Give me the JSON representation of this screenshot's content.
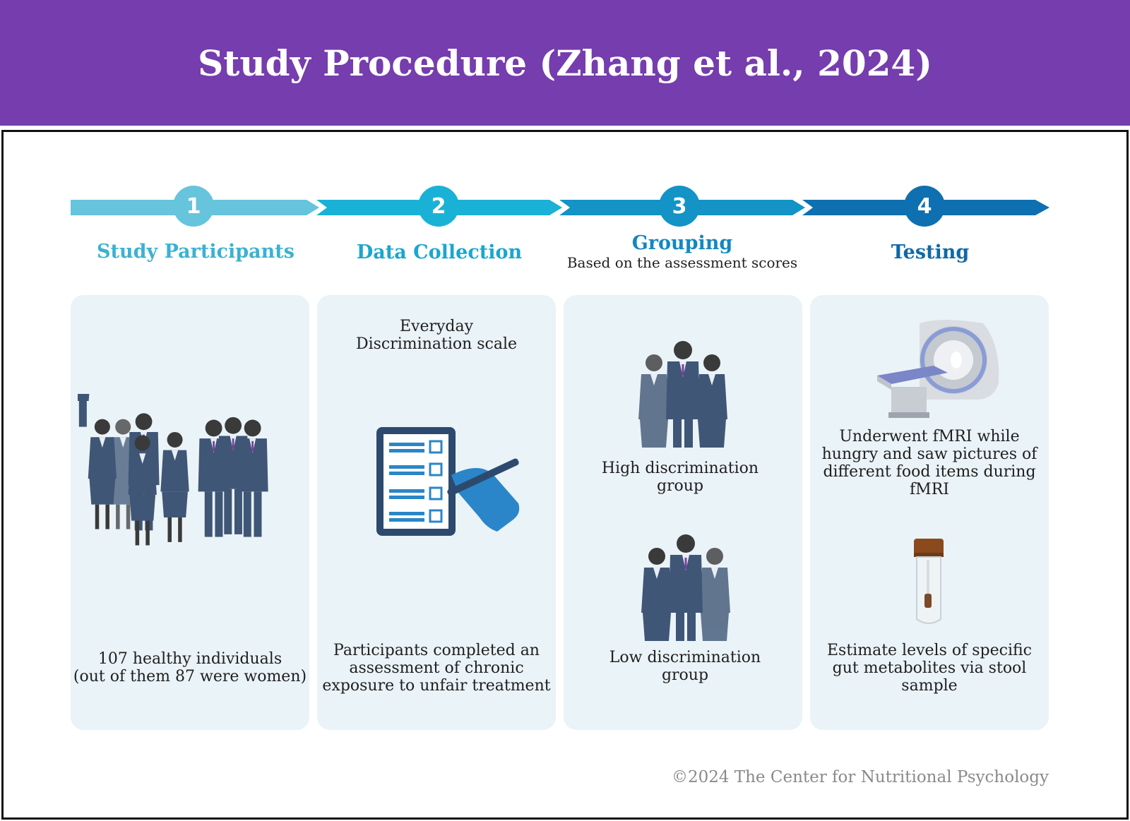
{
  "header": {
    "title": "Study Procedure (Zhang et al., 2024)"
  },
  "colors": {
    "header_bg": "#753dad",
    "step1": "#66c4dc",
    "step2": "#1ab1d6",
    "step3": "#1393c6",
    "step4": "#0e70b0",
    "panel_bg": "#eaf3f7",
    "suit": "#3f5676",
    "icon_blue": "#2a86c8",
    "icon_dark": "#2d4a6e"
  },
  "steps": [
    {
      "number": "1",
      "title": "Study Participants",
      "subtitle": ""
    },
    {
      "number": "2",
      "title": "Data Collection",
      "subtitle": ""
    },
    {
      "number": "3",
      "title": "Grouping",
      "subtitle": "Based on the assessment scores"
    },
    {
      "number": "4",
      "title": "Testing",
      "subtitle": ""
    }
  ],
  "panels": {
    "participants": {
      "caption": "107 healthy individuals\n(out of them 87 were women)",
      "icon": "group-of-people-icon"
    },
    "data_collection": {
      "scale_name": "Everyday\nDiscrimination scale",
      "caption": "Participants completed an\nassessment of chronic\nexposure to unfair treatment",
      "icon": "checklist-with-pen-icon"
    },
    "grouping": {
      "high_label": "High discrimination\ngroup",
      "low_label": "Low discrimination\ngroup",
      "icon": "three-people-icon"
    },
    "testing": {
      "fmri_caption": "Underwent fMRI while\nhungry and saw pictures of\ndifferent food items during\nfMRI",
      "stool_caption": "Estimate levels of specific\ngut metabolites via stool\nsample",
      "icons": [
        "mri-scanner-icon",
        "stool-sample-tube-icon"
      ]
    }
  },
  "footer": {
    "copyright": "©2024 The Center for Nutritional Psychology"
  }
}
